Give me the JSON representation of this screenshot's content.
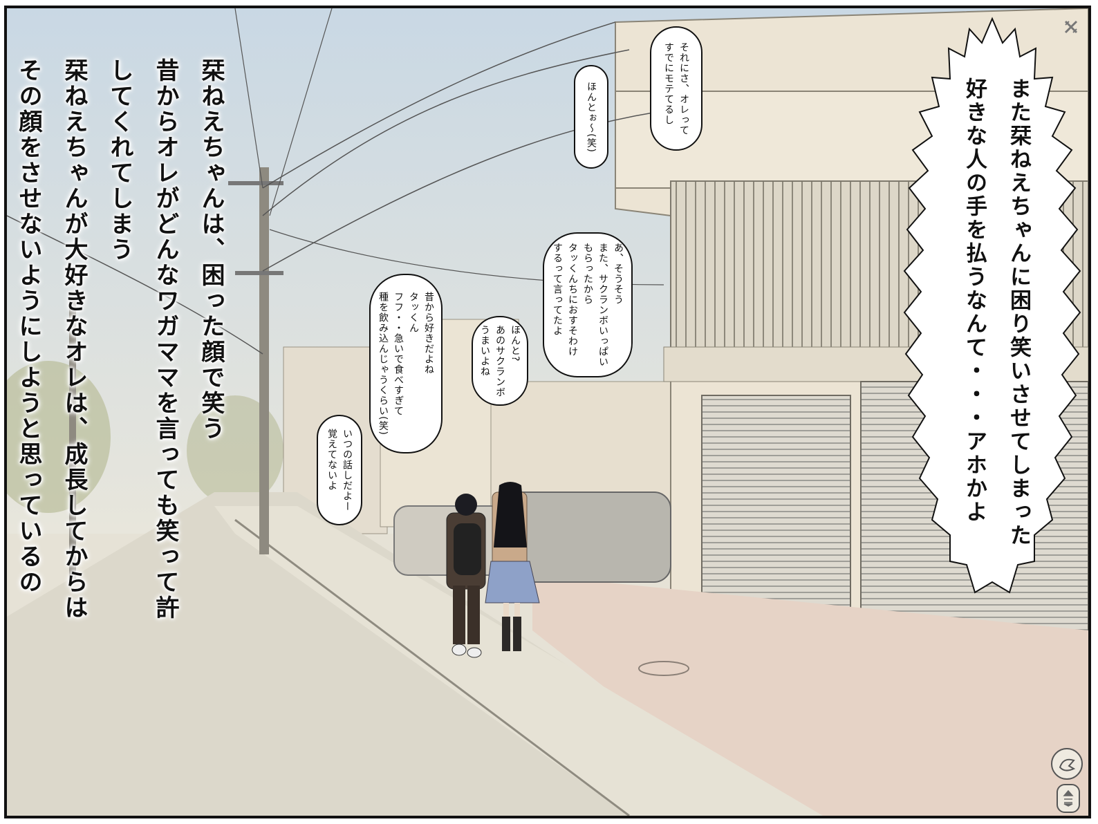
{
  "narration_left": [
    "栞ねえちゃんは、困った顔で笑う",
    "昔からオレがどんなワガママを言っても笑って許してくれてしまう",
    "栞ねえちゃんが大好きなオレは、成長してからは",
    "その顔をさせないようにしようと思っているのに・・・・"
  ],
  "shout_lines": [
    "また栞ねえちゃんに困り笑いさせてしまった",
    "好きな人の手を払うなんて・・・アホかよ"
  ],
  "bubbles": [
    {
      "lines": [
        "それにさ、オレって",
        "すでにモテてるし"
      ]
    },
    {
      "lines": [
        "ほんとぉ～(笑)"
      ]
    },
    {
      "lines": [
        "あ、そうそう",
        "また、サクランボいっぱい",
        "もらったから",
        "タッくんちにおすそわけ",
        "するって言ってたよ"
      ]
    },
    {
      "lines": [
        "ほんと?",
        "あのサクランボ",
        "うまいよね"
      ]
    },
    {
      "lines": [
        "昔から好きだよね",
        "タッくん",
        "フフ・・急いで食べすぎて",
        "種を飲み込んじゃうくらい(笑)"
      ]
    },
    {
      "lines": [
        "いつの話しだよー",
        "覚えてないよ"
      ]
    }
  ],
  "controls": {
    "skip_icon": "close-icon",
    "auto_icon": "auto-play-icon",
    "menu_icon": "scroll-menu-icon"
  }
}
